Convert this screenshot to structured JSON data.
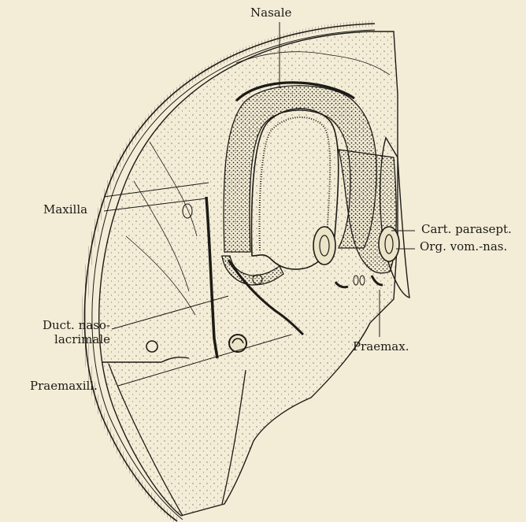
{
  "labels": {
    "nasale": "Nasale",
    "maxilla": "Maxilla",
    "cart_parasept": "Cart. parasept.",
    "org_vom_nas": "Org. vom.-nas.",
    "duct_naso_line1": "Duct. naso-",
    "duct_naso_line2": "lacrimale",
    "praemax": "Praemax.",
    "praemaxill": "Praemaxill."
  },
  "colors": {
    "background": "#f3edd7",
    "ink": "#1d1b17",
    "tissue": "#ece4c8"
  }
}
